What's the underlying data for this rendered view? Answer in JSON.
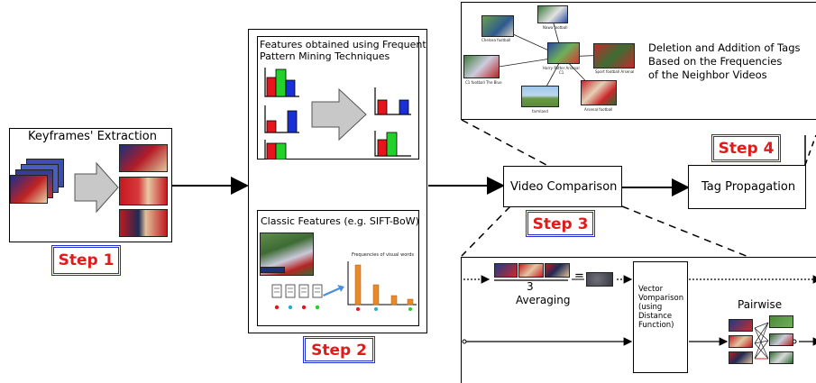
{
  "keyframes": {
    "title": "Keyframes' Extraction"
  },
  "steps": {
    "step1": "Step 1",
    "step2": "Step 2",
    "step3": "Step 3",
    "step4": "Step 4"
  },
  "features": {
    "frequent_title_line1": "Features obtained using Frequent",
    "frequent_title_line2": "Pattern Mining Techniques",
    "classic_title": "Classic Features (e.g. SIFT-BoW)",
    "histogram_label": "Frequencies of visual words"
  },
  "video_comparison": {
    "label": "Video Comparison"
  },
  "tag_propagation": {
    "label": "Tag Propagation"
  },
  "tag_graph": {
    "description_line1": "Deletion and Addition of Tags",
    "description_line2": "Based on the Frequencies",
    "description_line3": "of the Neighbor Videos",
    "node_labels": [
      "Chelsea  football",
      "Nawa  football",
      "Harry Potter  Arsenal",
      "C1",
      "Sport  football  Arsenal",
      "C1  football  The Blue",
      "Arsenal  football",
      "farmland"
    ]
  },
  "comparison_detail": {
    "fraction_denominator": "3",
    "equals": "=",
    "averaging_label": "Averaging",
    "vector_line1": "Vector",
    "vector_line2": "Vomparison",
    "vector_line3": "(using",
    "vector_line4": "Distance",
    "vector_line5": "Function)",
    "pairwise_label": "Pairwise"
  },
  "colors": {
    "red": "#e8141b",
    "green": "#22d12a",
    "blue": "#1a2fd6",
    "step_border": "#2230c9",
    "step_text": "#e01b1b",
    "orange": "#e88a2a"
  }
}
